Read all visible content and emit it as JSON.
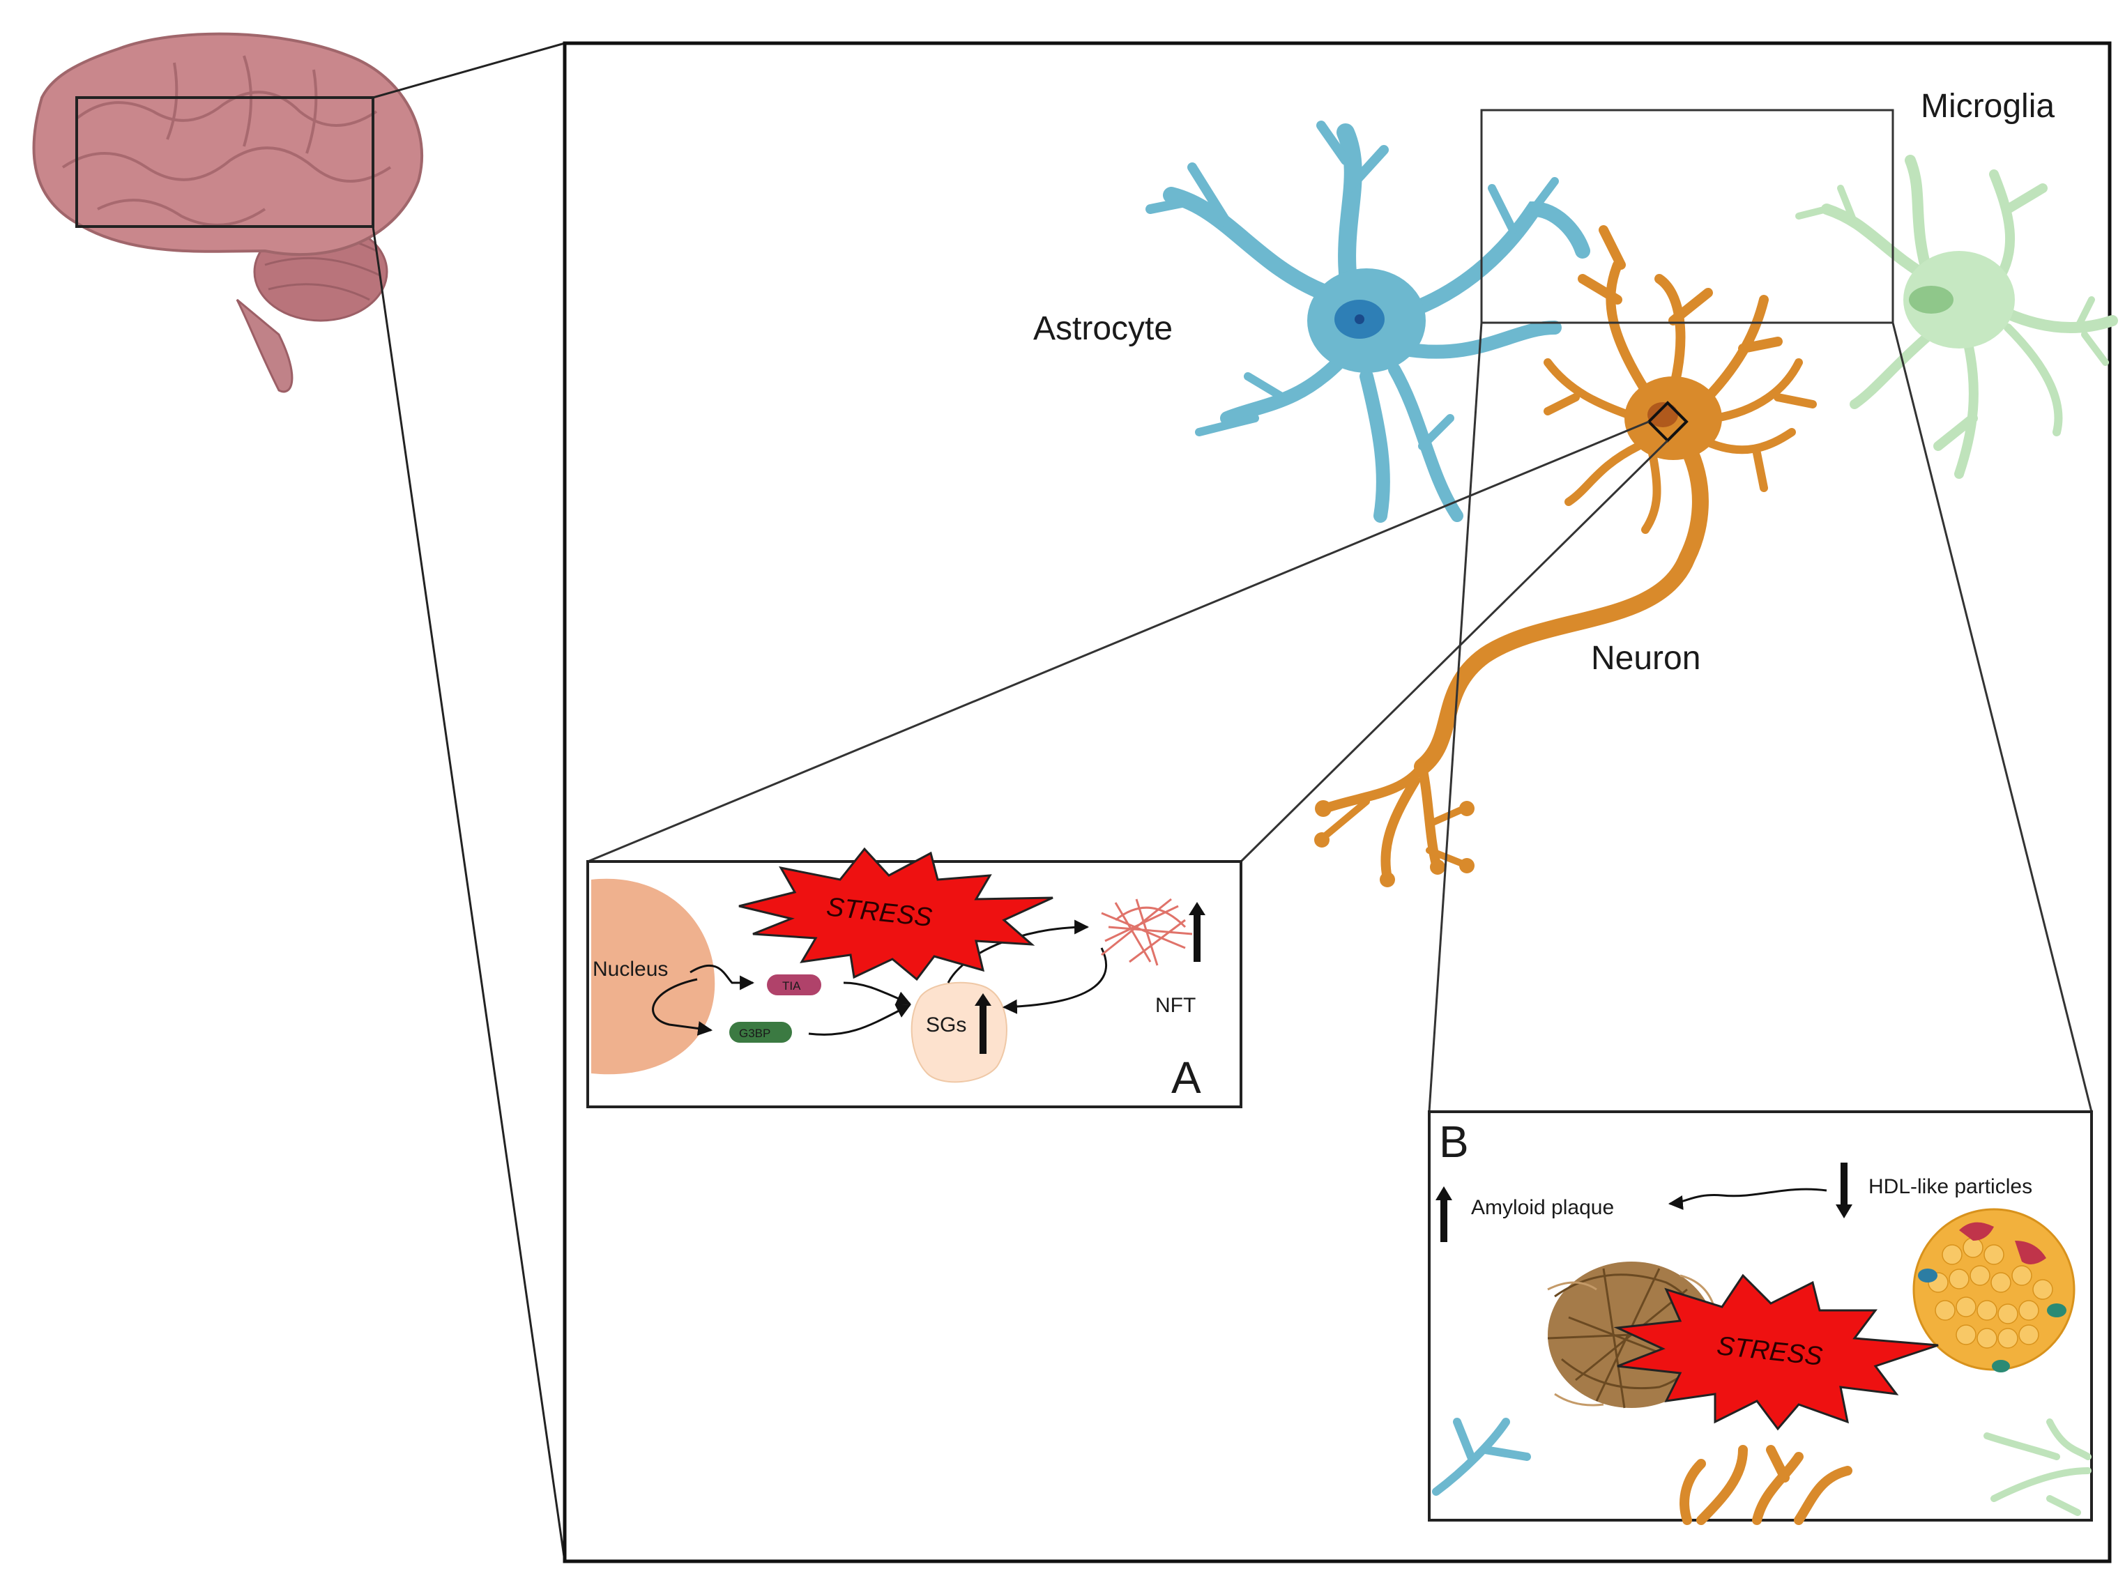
{
  "labels": {
    "astrocyte": "Astrocyte",
    "microglia": "Microglia",
    "neuron": "Neuron"
  },
  "panel_a": {
    "letter": "A",
    "nucleus": "Nucleus",
    "tia": "TIA",
    "g3bp": "G3BP",
    "sgs": "SGs",
    "nft": "NFT",
    "stress": "STRESS"
  },
  "panel_b": {
    "letter": "B",
    "amyloid": "Amyloid plaque",
    "hdl": "HDL-like particles",
    "stress": "STRESS"
  },
  "colors": {
    "brain": "#c9878c",
    "astrocyte": "#6db8cf",
    "neuron": "#d98a2b",
    "microglia": "#b8deb4",
    "stress": "#ee1111",
    "nucleus": "#efb18e"
  }
}
